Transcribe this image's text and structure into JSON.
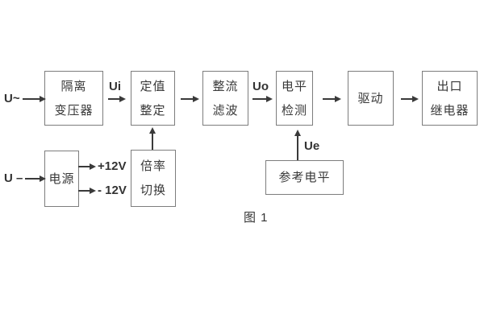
{
  "figure": {
    "caption": "图 1",
    "type": "signal-flow block diagram of a voltage relay"
  },
  "inputs": {
    "ac": "U~",
    "dc": "U –"
  },
  "signals": {
    "ui": "Ui",
    "uo": "Uo",
    "ue": "Ue"
  },
  "power_rails": {
    "pos": "+12V",
    "neg": "- 12V"
  },
  "blocks": {
    "isolation_transformer": [
      "隔离",
      "变压器"
    ],
    "setting_adjust": [
      "定值",
      "整定"
    ],
    "rectifier_filter": [
      "整流",
      "滤波"
    ],
    "level_detect": [
      "电平",
      "检测"
    ],
    "driver": [
      "驱动"
    ],
    "output_relay": [
      "出口",
      "继电器"
    ],
    "power_supply": [
      "电源"
    ],
    "ratio_switch": [
      "倍率",
      "切换"
    ],
    "reference_level": [
      "参考电平"
    ]
  },
  "colors": {
    "background": "#ffffff",
    "box_border": "#7d7d7d",
    "line": "#3a3a3a",
    "text": "#383838"
  }
}
